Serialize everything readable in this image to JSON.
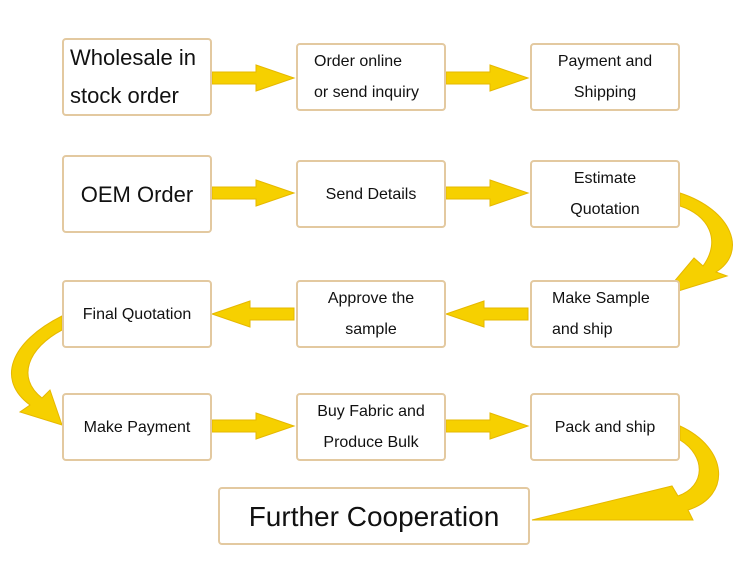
{
  "steps": {
    "wholesale": "Wholesale in\nstock order",
    "order_online": "Order online\nor send inquiry",
    "payment_shipping": "Payment  and\nShipping",
    "oem_order": "OEM Order",
    "send_details": "Send Details",
    "estimate_quotation": "Estimate\nQuotation",
    "make_sample": "Make Sample\nand ship",
    "approve_sample": "Approve the\nsample",
    "final_quotation": "Final Quotation",
    "make_payment": "Make Payment",
    "buy_fabric": "Buy Fabric and\nProduce Bulk",
    "pack_ship": "Pack and ship",
    "further_cooperation": "Further Cooperation"
  },
  "colors": {
    "arrow_fill": "#f6d000",
    "arrow_stroke": "#e6b800",
    "box_border": "#e3c9a0"
  }
}
